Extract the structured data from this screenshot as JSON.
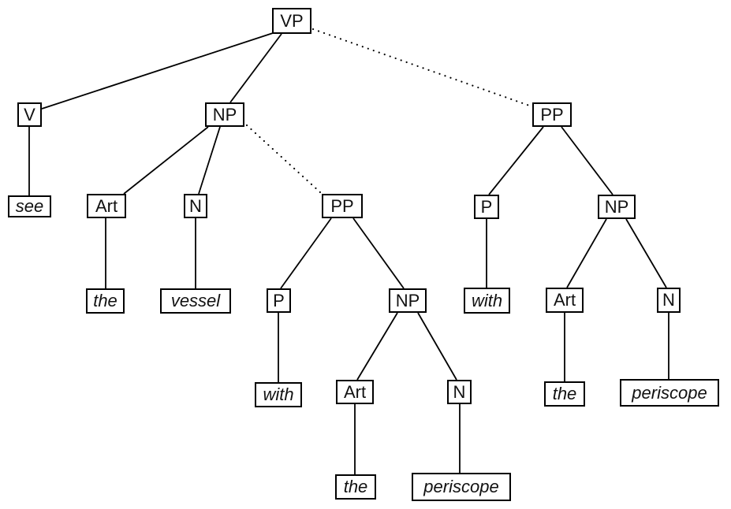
{
  "diagram": {
    "type": "syntax-parse-tree",
    "description": "VP parse tree with alternative (dotted) PP attachments",
    "colors": {
      "background": "#ffffff",
      "line": "#000000",
      "box_border": "#000000",
      "text": "#111111"
    },
    "nodes": [
      {
        "id": "vp",
        "label": "VP",
        "terminal": false
      },
      {
        "id": "v",
        "label": "V",
        "terminal": false
      },
      {
        "id": "np1",
        "label": "NP",
        "terminal": false
      },
      {
        "id": "pp2",
        "label": "PP",
        "terminal": false
      },
      {
        "id": "see",
        "label": "see",
        "terminal": true
      },
      {
        "id": "art1",
        "label": "Art",
        "terminal": false
      },
      {
        "id": "n1",
        "label": "N",
        "terminal": false
      },
      {
        "id": "pp1",
        "label": "PP",
        "terminal": false
      },
      {
        "id": "p2",
        "label": "P",
        "terminal": false
      },
      {
        "id": "np3",
        "label": "NP",
        "terminal": false
      },
      {
        "id": "the1",
        "label": "the",
        "terminal": true
      },
      {
        "id": "vessel",
        "label": "vessel",
        "terminal": true
      },
      {
        "id": "p1",
        "label": "P",
        "terminal": false
      },
      {
        "id": "np2",
        "label": "NP",
        "terminal": false
      },
      {
        "id": "with2",
        "label": "with",
        "terminal": true
      },
      {
        "id": "art3",
        "label": "Art",
        "terminal": false
      },
      {
        "id": "n3",
        "label": "N",
        "terminal": false
      },
      {
        "id": "with1",
        "label": "with",
        "terminal": true
      },
      {
        "id": "art2",
        "label": "Art",
        "terminal": false
      },
      {
        "id": "n2",
        "label": "N",
        "terminal": false
      },
      {
        "id": "the3",
        "label": "the",
        "terminal": true
      },
      {
        "id": "periscope3",
        "label": "periscope",
        "terminal": true
      },
      {
        "id": "the2",
        "label": "the",
        "terminal": true
      },
      {
        "id": "periscope2",
        "label": "periscope",
        "terminal": true
      }
    ],
    "edges": [
      {
        "from": "vp",
        "to": "v",
        "style": "solid"
      },
      {
        "from": "vp",
        "to": "np1",
        "style": "solid"
      },
      {
        "from": "vp",
        "to": "pp2",
        "style": "dotted"
      },
      {
        "from": "v",
        "to": "see",
        "style": "solid"
      },
      {
        "from": "np1",
        "to": "art1",
        "style": "solid"
      },
      {
        "from": "np1",
        "to": "n1",
        "style": "solid"
      },
      {
        "from": "np1",
        "to": "pp1",
        "style": "dotted"
      },
      {
        "from": "art1",
        "to": "the1",
        "style": "solid"
      },
      {
        "from": "n1",
        "to": "vessel",
        "style": "solid"
      },
      {
        "from": "pp1",
        "to": "p1",
        "style": "solid"
      },
      {
        "from": "pp1",
        "to": "np2",
        "style": "solid"
      },
      {
        "from": "p1",
        "to": "with1",
        "style": "solid"
      },
      {
        "from": "np2",
        "to": "art2",
        "style": "solid"
      },
      {
        "from": "np2",
        "to": "n2",
        "style": "solid"
      },
      {
        "from": "art2",
        "to": "the2",
        "style": "solid"
      },
      {
        "from": "n2",
        "to": "periscope2",
        "style": "solid"
      },
      {
        "from": "pp2",
        "to": "p2",
        "style": "solid"
      },
      {
        "from": "pp2",
        "to": "np3",
        "style": "solid"
      },
      {
        "from": "p2",
        "to": "with2",
        "style": "solid"
      },
      {
        "from": "np3",
        "to": "art3",
        "style": "solid"
      },
      {
        "from": "np3",
        "to": "n3",
        "style": "solid"
      },
      {
        "from": "art3",
        "to": "the3",
        "style": "solid"
      },
      {
        "from": "n3",
        "to": "periscope3",
        "style": "solid"
      }
    ]
  }
}
